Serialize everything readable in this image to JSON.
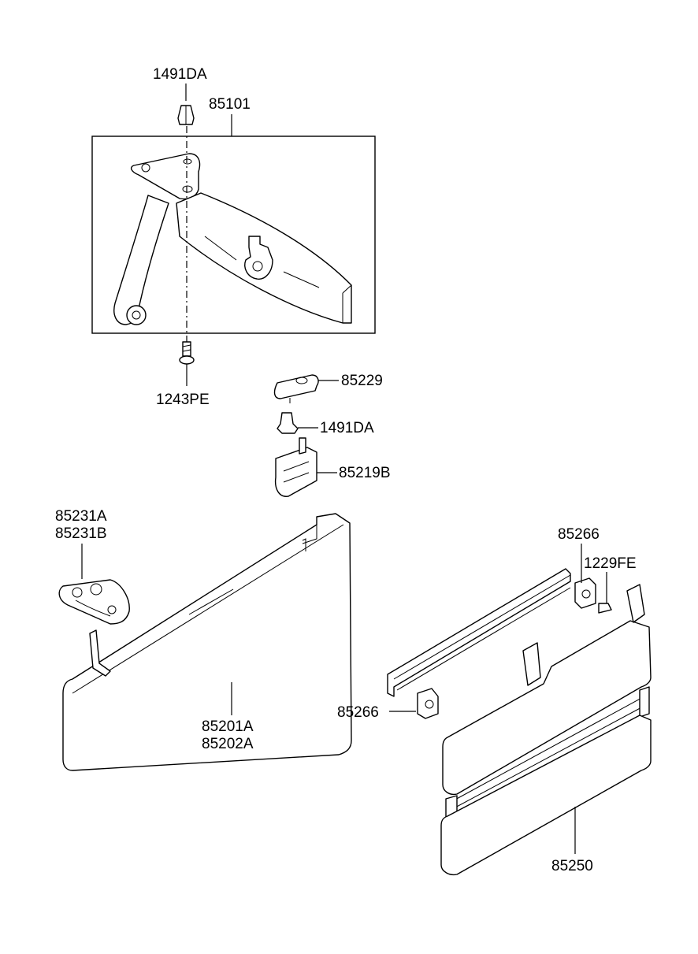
{
  "labels": {
    "clip_top": "1491DA",
    "assembly": "85101",
    "screw_1243": "1243PE",
    "cap_85229": "85229",
    "clip_mid": "1491DA",
    "bracket_85219": "85219B",
    "retainer_a": "85231A",
    "retainer_b": "85231B",
    "visor_a": "85201A",
    "visor_b": "85202A",
    "stopper_top": "85266",
    "screw_1229": "1229FE",
    "stopper_bottom": "85266",
    "extension_visor": "85250"
  },
  "colors": {
    "line": "#000000",
    "background": "#ffffff"
  }
}
